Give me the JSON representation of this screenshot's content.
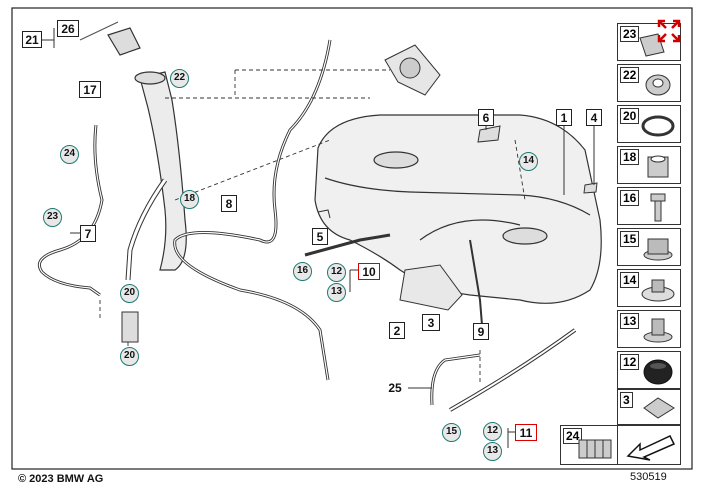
{
  "part_labels": {
    "p26": "26",
    "p21": "21",
    "p17": "17",
    "p7": "7",
    "p8": "8",
    "p6": "6",
    "p1": "1",
    "p4": "4",
    "p5": "5",
    "p10": "10",
    "p2": "2",
    "p3": "3",
    "p9": "9",
    "p25": "25",
    "p11": "11",
    "c22": "22",
    "c24": "24",
    "c23": "23",
    "c18": "18",
    "c20a": "20",
    "c20b": "20",
    "c16": "16",
    "c12a": "12",
    "c13a": "13",
    "c14": "14",
    "c15": "15",
    "c12b": "12",
    "c13b": "13"
  },
  "panel": [
    {
      "num": "23",
      "icon": "clip-icon"
    },
    {
      "num": "22",
      "icon": "nut-icon"
    },
    {
      "num": "20",
      "icon": "hose-clamp-icon"
    },
    {
      "num": "18",
      "icon": "hex-nut-icon"
    },
    {
      "num": "16",
      "icon": "bolt-icon"
    },
    {
      "num": "15",
      "icon": "flange-nut-icon"
    },
    {
      "num": "14",
      "icon": "spring-nut-icon"
    },
    {
      "num": "13",
      "icon": "bushing-icon"
    },
    {
      "num": "12",
      "icon": "rubber-mount-icon"
    },
    {
      "num": "3",
      "icon": "sheet-clip-icon"
    },
    {
      "num": "24",
      "icon": "clip-strip-icon"
    }
  ],
  "footer": {
    "copyright": "© 2023 BMW AG",
    "diagram_number": "530519"
  },
  "colors": {
    "accent": "#d00000",
    "circle_border": "#1f7a73"
  }
}
